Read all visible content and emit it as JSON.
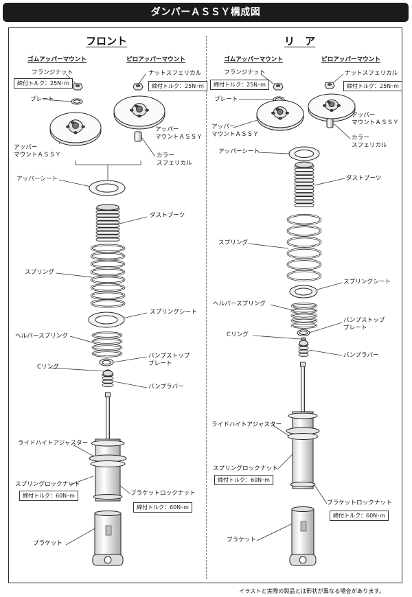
{
  "title": "ダンパーＡＳＳＹ構成図",
  "front": {
    "heading": "フロント",
    "rubber_mount_heading": "ゴムアッパーマウント",
    "pillow_mount_heading": "ピロアッパーマウント",
    "labels": {
      "flange_nut": "フランジナット",
      "flange_torque": "締付トルク：25N･m",
      "plate": "プレート",
      "upper_mount_assy": "アッパー\nマウントＡＳＳＹ",
      "nut_spherical": "ナットスフェリカル",
      "nut_torque": "締付トルク：25N･m",
      "pillow_upper_mount_assy": "アッパー\nマウントＡＳＳＹ",
      "collar_spherical": "カラー\nスフェリカル",
      "upper_seat": "アッパーシート",
      "dust_boot": "ダストブーツ",
      "spring": "スプリング",
      "spring_seat": "スプリングシート",
      "helper_spring": "ヘルパースプリング",
      "bump_stop_plate": "バンプストップ\nプレート",
      "c_ring": "Cリング",
      "bump_rubber": "バンプラバー",
      "ride_height_adjuster": "ライドハイトアジャスター",
      "spring_lock_nut": "スプリングロックナット",
      "spring_lock_torque": "締付トルク：60N･m",
      "bracket_lock_nut": "ブラケットロックナット",
      "bracket_lock_torque": "締付トルク：60N･m",
      "bracket": "ブラケット"
    }
  },
  "rear": {
    "heading": "リ　ア",
    "rubber_mount_heading": "ゴムアッパーマウント",
    "pillow_mount_heading": "ピロアッパーマウント",
    "labels": {
      "flange_nut": "フランジナット",
      "flange_torque": "締付トルク：25N･m",
      "plate": "プレート",
      "upper_mount_assy": "アッパー\nマウントＡＳＳＹ",
      "nut_spherical": "ナットスフェリカル",
      "nut_torque": "締付トルク：25N･m",
      "pillow_upper_mount_assy": "アッパー\nマウントＡＳＳＹ",
      "collar_spherical": "カラー\nスフェリカル",
      "upper_seat": "アッパーシート",
      "dust_boot": "ダストブーツ",
      "spring": "スプリング",
      "spring_seat": "スプリングシート",
      "helper_spring": "ヘルパースプリング",
      "bump_stop_plate": "バンプストップ\nプレート",
      "c_ring": "Cリング",
      "bump_rubber": "バンプラバー",
      "ride_height_adjuster": "ライドハイトアジャスター",
      "spring_lock_nut": "スプリングロックナット",
      "spring_lock_torque": "締付トルク：60N･m",
      "bracket_lock_nut": "ブラケットロックナット",
      "bracket_lock_torque": "締付トルク：60N･m",
      "bracket": "ブラケット"
    }
  },
  "footnote": "イラストと実際の製品とは形状が異なる場合があります。"
}
